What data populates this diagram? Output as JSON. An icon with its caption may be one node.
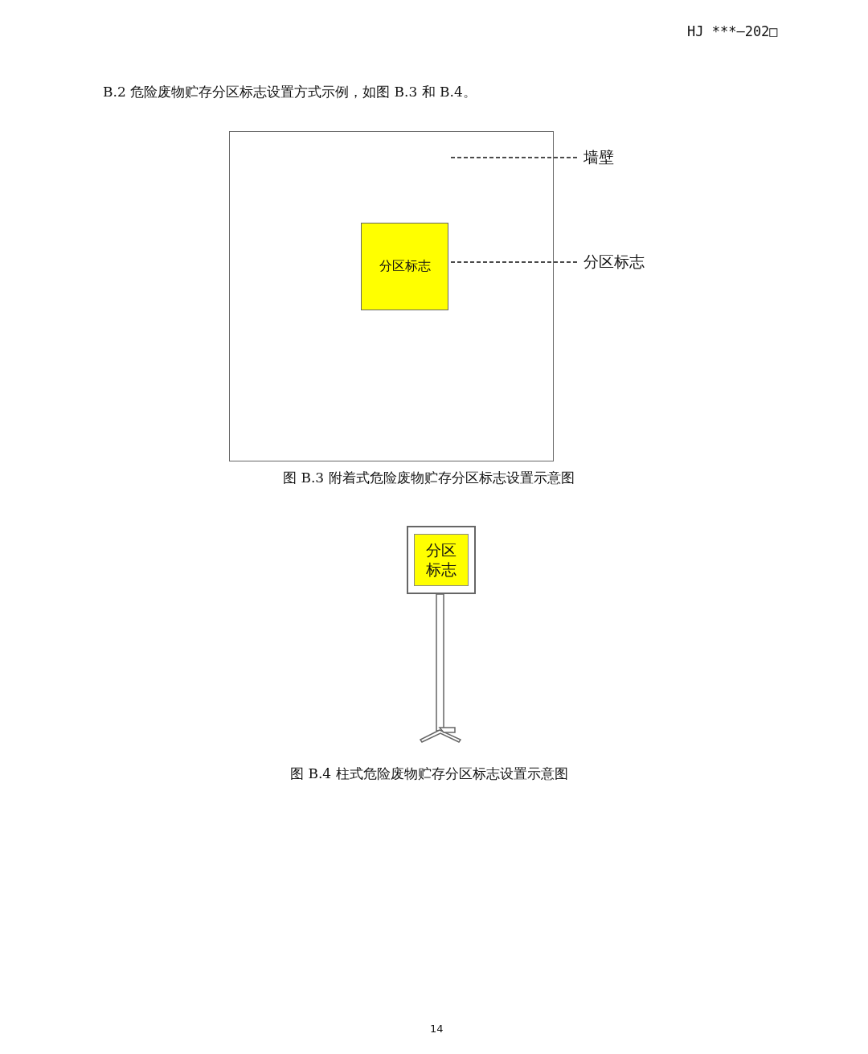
{
  "diagram": {
    "nodes": [
      {
        "text": [],
        "shape": "box"
      },
      {
        "text": [
          "分区标志"
        ],
        "in": 0
      },
      {
        "text": [
          "墙壁"
        ]
      },
      {
        "text": [
          "分区标志"
        ]
      },
      {
        "text": [],
        "shape": "box"
      },
      {
        "text": [
          "分区标志"
        ],
        "in": 4
      }
    ],
    "edges": [
      {
        "from": 2,
        "to": 0,
        "arrow": "none",
        "style": "dashed"
      },
      {
        "from": 3,
        "to": 1,
        "arrow": "none",
        "style": "dashed"
      }
    ],
    "labels": [
      "HJ ***—202□",
      "B.2 危险废物贮存分区标志设置方式示例，如图 B.3 和 B.4。",
      "图 B.3 附着式危险废物贮存分区标志设置示意图",
      "图 B.4 柱式危险废物贮存分区标志设置示意图",
      "14"
    ]
  }
}
